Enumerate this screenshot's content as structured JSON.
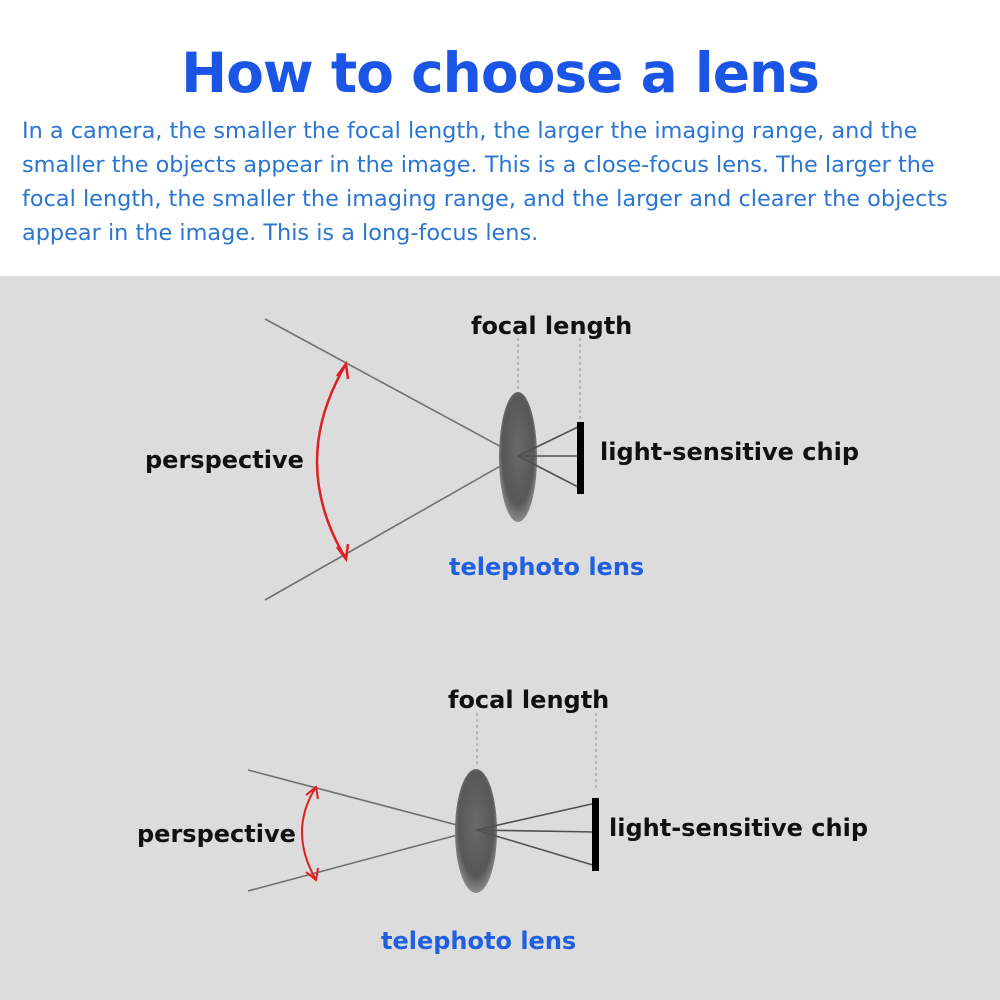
{
  "header": {
    "title": "How to choose a lens",
    "description": "In a camera, the smaller the focal length, the larger the imaging range, and the smaller the objects appear in the image. This is a close-focus lens. The larger the focal length, the smaller the imaging range, and the larger and clearer the objects appear in the image. This is a long-focus lens."
  },
  "diagrams": [
    {
      "focal_length_label": "focal length",
      "perspective_label": "perspective",
      "sensor_label": "light-sensitive chip",
      "lens_label": "telephoto lens"
    },
    {
      "focal_length_label": "focal length",
      "perspective_label": "perspective",
      "sensor_label": "light-sensitive chip",
      "lens_label": "telephoto lens"
    }
  ],
  "colors": {
    "title": "#1a55e6",
    "description": "#2a76d2",
    "lens_label": "#2060e0",
    "perspective_arc": "#e02020",
    "background": "#dcdcdc"
  }
}
